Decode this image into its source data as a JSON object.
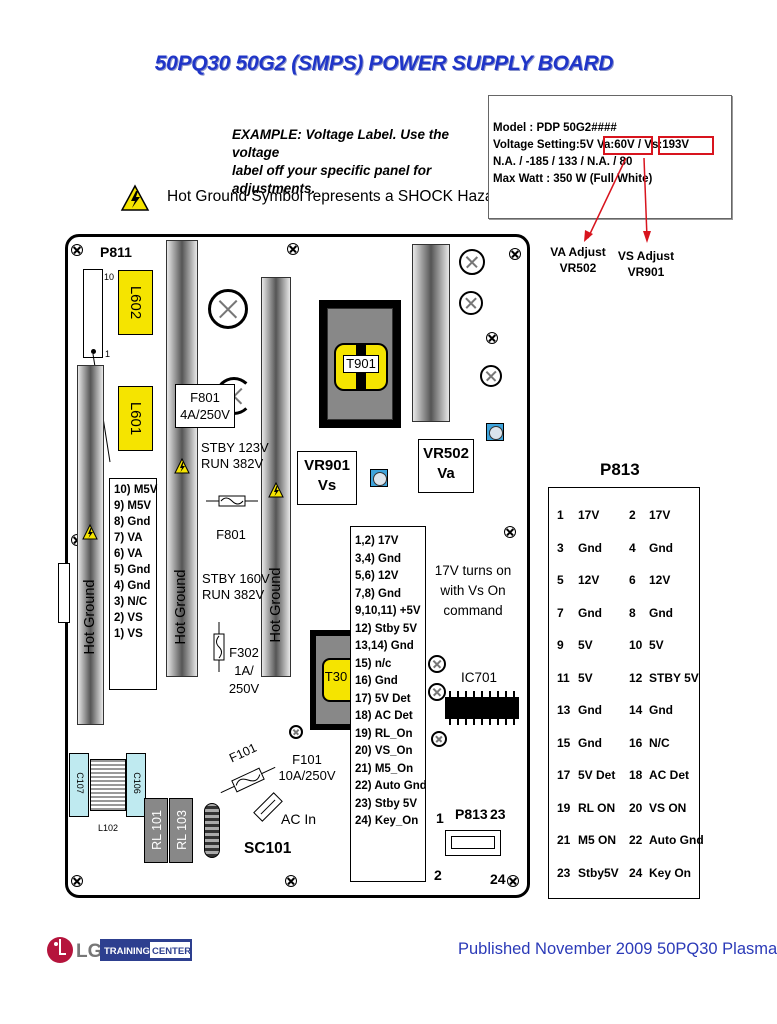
{
  "title": "50PQ30 50G2 (SMPS) POWER SUPPLY BOARD",
  "example": {
    "line1": "EXAMPLE: Voltage Label. Use the voltage",
    "line2": "label off your specific panel for adjustments."
  },
  "hazard_text": "Hot Ground Symbol represents a SHOCK Hazard",
  "voltage_label": {
    "model": "Model : PDP 50G2####",
    "voltage_prefix": "Voltage Setting:5V",
    "va": "Va:60V",
    "sep": "/",
    "vs": "Vs:193V",
    "na": "N.A. / -185 / 133 / N.A. / 80",
    "max_watt": "Max Watt : 350 W (Full White)"
  },
  "adjust": {
    "va_line1": "VA Adjust",
    "va_line2": "VR502",
    "vs_line1": "VS Adjust",
    "vs_line2": "VR901"
  },
  "board": {
    "p811": "P811",
    "p811_pin_top": "10",
    "p811_pin_bottom": "1",
    "l602": "L602",
    "l601": "L601",
    "hot_ground": "Hot Ground",
    "f801_box_line1": "F801",
    "f801_box_line2": "4A/250V",
    "stby1_line1": "STBY 123V",
    "stby1_line2": "RUN 382V",
    "f801": "F801",
    "stby2_line1": "STBY 160V",
    "stby2_line2": "RUN 382V",
    "f302_line1": "F302",
    "f302_line2": "1A/",
    "f302_line3": "250V",
    "t901": "T901",
    "t301": "T30",
    "vr901_line1": "VR901",
    "vr901_line2": "Vs",
    "vr502_line1": "VR502",
    "vr502_line2": "Va",
    "turns_on_line1": "17V turns on",
    "turns_on_line2": "with Vs On",
    "turns_on_line3": "command",
    "ic701": "IC701",
    "f101_tag": "F101",
    "f101_line1": "F101",
    "f101_line2": "10A/250V",
    "ac_in": "AC In",
    "sc101": "SC101",
    "c107": "C107",
    "c106": "C106",
    "l102": "L102",
    "rl101": "RL 101",
    "rl103": "RL 103",
    "p813_connector": "P813",
    "p813_pin1": "1",
    "p813_pin23": "23",
    "p813_pin2": "2",
    "p813_pin24": "24"
  },
  "p811_pins": [
    "10) M5V",
    "9) M5V",
    "8) Gnd",
    "7) VA",
    "6) VA",
    "5) Gnd",
    "4) Gnd",
    "3) N/C",
    "2) VS",
    "1) VS"
  ],
  "p813_board_pins": [
    "1,2) 17V",
    "3,4) Gnd",
    "5,6) 12V",
    "7,8) Gnd",
    "9,10,11) +5V",
    "12) Stby 5V",
    "13,14) Gnd",
    "15) n/c",
    "16) Gnd",
    "17) 5V Det",
    "18) AC Det",
    "19) RL_On",
    "20) VS_On",
    "21) M5_On",
    "22) Auto Gnd",
    "23) Stby 5V",
    "24) Key_On"
  ],
  "p813_table": {
    "title": "P813",
    "rows": [
      {
        "ln": "1",
        "lv": "17V",
        "rn": "2",
        "rv": "17V"
      },
      {
        "ln": "3",
        "lv": "Gnd",
        "rn": "4",
        "rv": "Gnd"
      },
      {
        "ln": "5",
        "lv": "12V",
        "rn": "6",
        "rv": "12V"
      },
      {
        "ln": "7",
        "lv": "Gnd",
        "rn": "8",
        "rv": "Gnd"
      },
      {
        "ln": "9",
        "lv": "5V",
        "rn": "10",
        "rv": "5V"
      },
      {
        "ln": "11",
        "lv": "5V",
        "rn": "12",
        "rv": "STBY 5V"
      },
      {
        "ln": "13",
        "lv": "Gnd",
        "rn": "14",
        "rv": "Gnd"
      },
      {
        "ln": "15",
        "lv": "Gnd",
        "rn": "16",
        "rv": "N/C"
      },
      {
        "ln": "17",
        "lv": "5V Det",
        "rn": "18",
        "rv": "AC Det"
      },
      {
        "ln": "19",
        "lv": "RL ON",
        "rn": "20",
        "rv": "VS ON"
      },
      {
        "ln": "21",
        "lv": "M5 ON",
        "rn": "22",
        "rv": "Auto Gnd"
      },
      {
        "ln": "23",
        "lv": "Stby5V",
        "rn": "24",
        "rv": "Key On"
      }
    ]
  },
  "footer": {
    "logo_lg": "LG",
    "logo_training": "TRAINING",
    "logo_center": "CENTER",
    "published": "Published November 2009    50PQ30 Plasma"
  },
  "colors": {
    "title_blue": "#1f35c8",
    "coil_yellow": "#f5e400",
    "highlight_red": "#d8141e",
    "pot_blue": "#3ea4dc",
    "cap_cyan": "#bfeaf0",
    "lg_red": "#b5143c"
  }
}
